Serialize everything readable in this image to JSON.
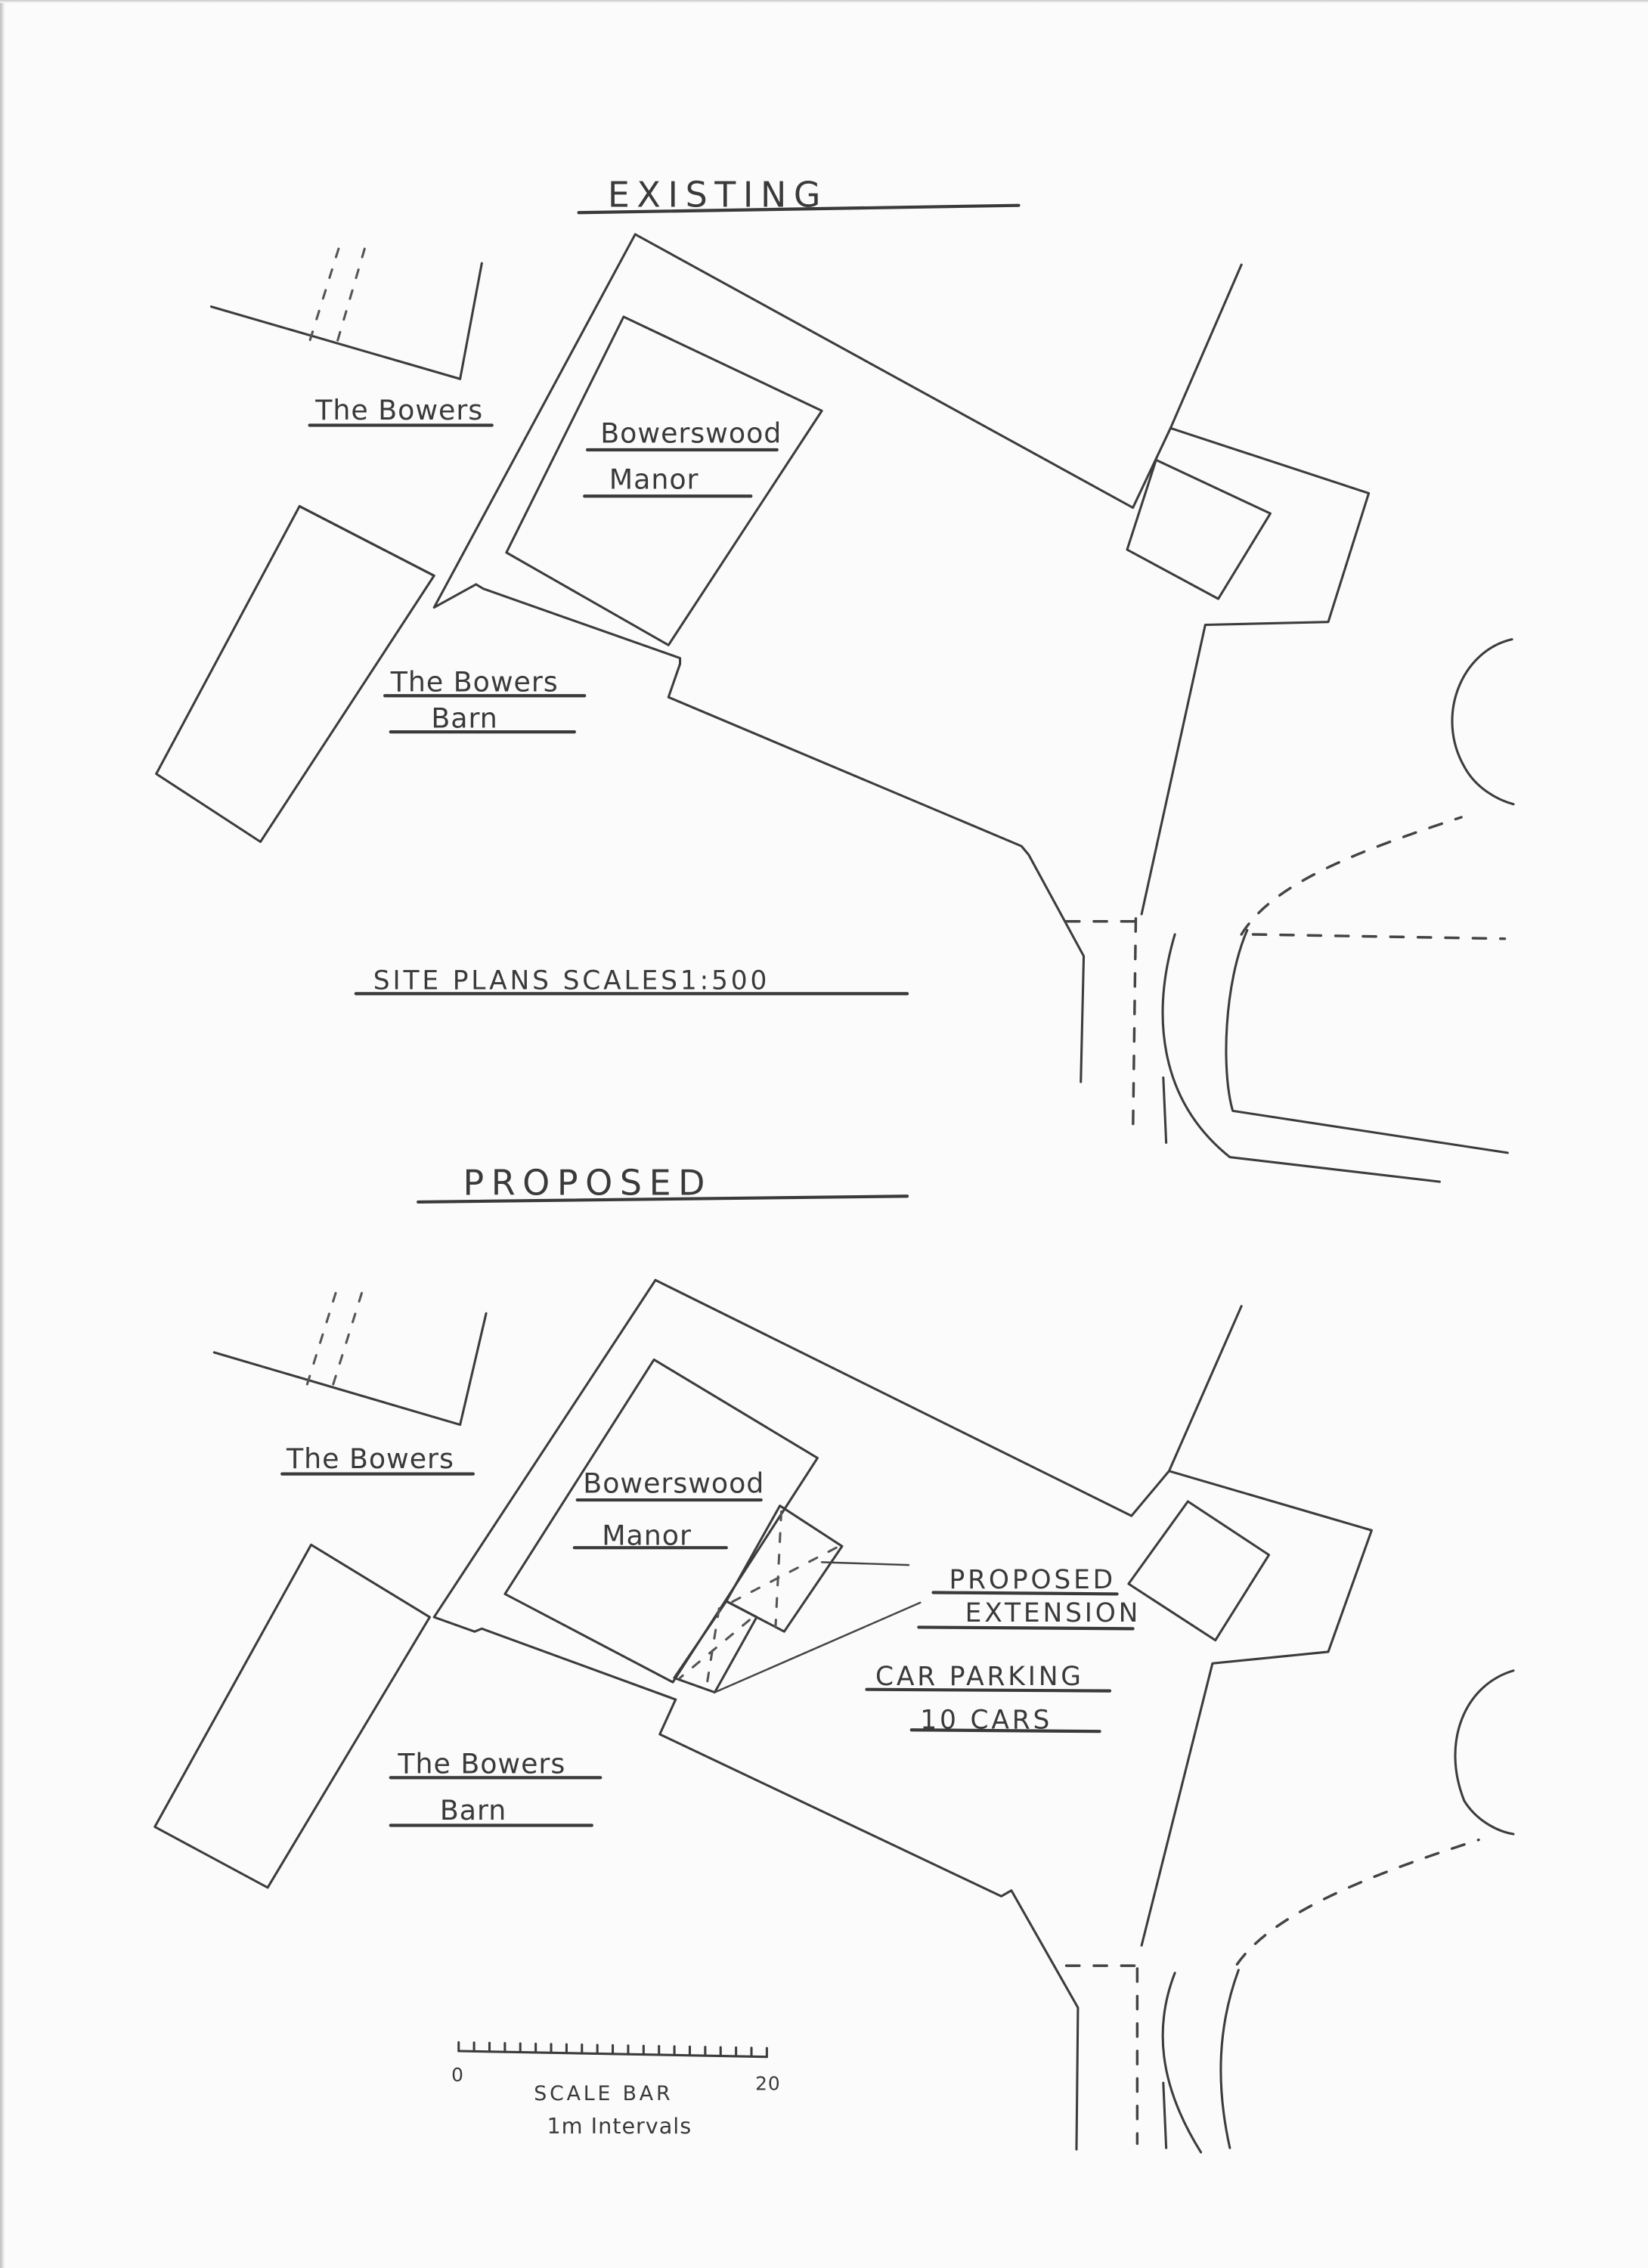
{
  "sheet": {
    "title": "SITE PLANS SCALES 1:500",
    "title_text": "SITE PLANS SCALES1:500",
    "scale": "1:500"
  },
  "existing": {
    "heading": "EXISTING",
    "labels": {
      "the_bowers": "The Bowers",
      "manor_line1": "Bowerswood",
      "manor_line2": "Manor",
      "barn_line1": "The Bowers",
      "barn_line2": "Barn"
    }
  },
  "proposed": {
    "heading": "PROPOSED",
    "labels": {
      "the_bowers": "The Bowers",
      "manor_line1": "Bowerswood",
      "manor_line2": "Manor",
      "barn_line1": "The Bowers",
      "barn_line2": "Barn",
      "extension_line1": "PROPOSED",
      "extension_line2": "EXTENSION",
      "parking_line1": "CAR PARKING",
      "parking_line2": "10 CARS"
    }
  },
  "scale_bar": {
    "start_label": "0",
    "end_label": "20",
    "title": "SCALE BAR",
    "subtitle": "1m Intervals",
    "divisions": 20,
    "unit": "m"
  },
  "colors": {
    "paper": "#fbfbfb",
    "ink": "#3c3c3c"
  }
}
